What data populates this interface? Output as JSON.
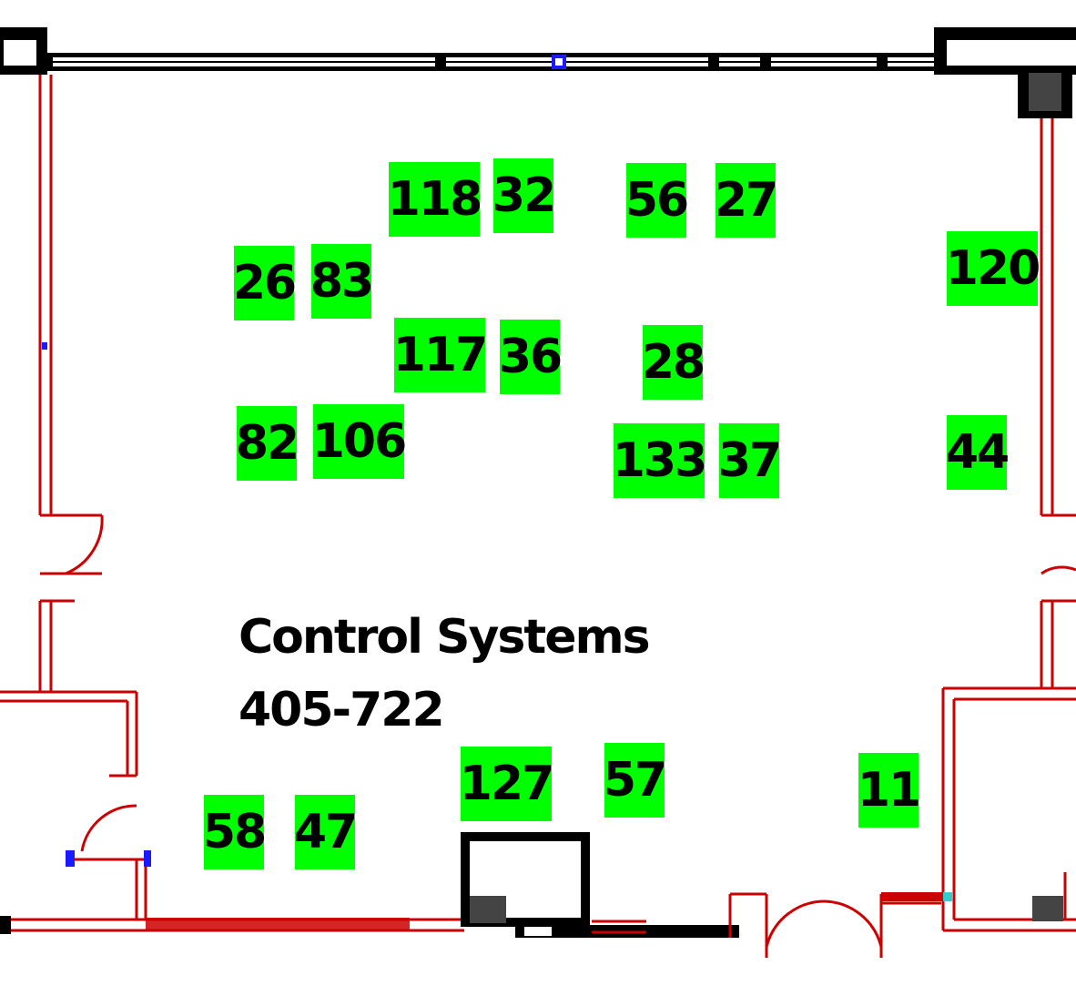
{
  "room": {
    "name": "Control Systems",
    "number": "405-722"
  },
  "colors": {
    "tag_fill": "#00ff00",
    "wall_red": "#cc0000",
    "wall_black": "#000000",
    "window_blue": "#0000cc"
  },
  "tags": [
    {
      "label": "118"
    },
    {
      "label": "32"
    },
    {
      "label": "56"
    },
    {
      "label": "27"
    },
    {
      "label": "26"
    },
    {
      "label": "83"
    },
    {
      "label": "120"
    },
    {
      "label": "117"
    },
    {
      "label": "36"
    },
    {
      "label": "28"
    },
    {
      "label": "82"
    },
    {
      "label": "106"
    },
    {
      "label": "133"
    },
    {
      "label": "37"
    },
    {
      "label": "44"
    },
    {
      "label": "127"
    },
    {
      "label": "57"
    },
    {
      "label": "11"
    },
    {
      "label": "58"
    },
    {
      "label": "47"
    }
  ]
}
